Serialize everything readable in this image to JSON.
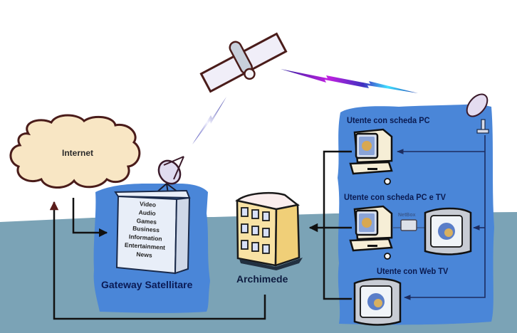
{
  "diagram": {
    "colors": {
      "background": "#ffffff",
      "ground": "#7ba3b6",
      "panel_blue": "#4a86d8",
      "cloud_fill": "#f8e6c4",
      "cloud_outline": "#4a1c1a",
      "building_front": "#f8e2a4",
      "building_side": "#f0cf78",
      "wire": "#111111"
    },
    "nodes": {
      "internet": {
        "label": "Internet",
        "icon": "cloud-icon"
      },
      "gateway": {
        "label": "Gateway Satellitare",
        "icon": "server-box-icon",
        "services": [
          "Video",
          "Audio",
          "Games",
          "Business",
          "Information",
          "Entertainment",
          "News"
        ]
      },
      "satellite": {
        "icon": "satellite-icon"
      },
      "archimede": {
        "label": "Archimede",
        "icon": "building-icon"
      },
      "users": [
        {
          "label": "Utente con scheda PC",
          "devices": [
            "pc-icon"
          ]
        },
        {
          "label": "Utente con scheda PC e TV",
          "devices": [
            "pc-icon",
            "netbox-icon",
            "tv-icon"
          ],
          "netbox_label": "NetBox"
        },
        {
          "label": "Utente con Web TV",
          "devices": [
            "tv-icon"
          ]
        }
      ]
    },
    "links": [
      {
        "from": "internet",
        "to": "gateway",
        "type": "wire"
      },
      {
        "from": "archimede",
        "to": "internet",
        "type": "wire"
      },
      {
        "from": "gateway",
        "to": "satellite",
        "type": "radio-uplink"
      },
      {
        "from": "satellite",
        "to": "users",
        "type": "radio-downlink"
      },
      {
        "from": "user-dish",
        "to": "users",
        "type": "wire"
      },
      {
        "from": "users",
        "to": "archimede",
        "type": "wire"
      }
    ]
  }
}
